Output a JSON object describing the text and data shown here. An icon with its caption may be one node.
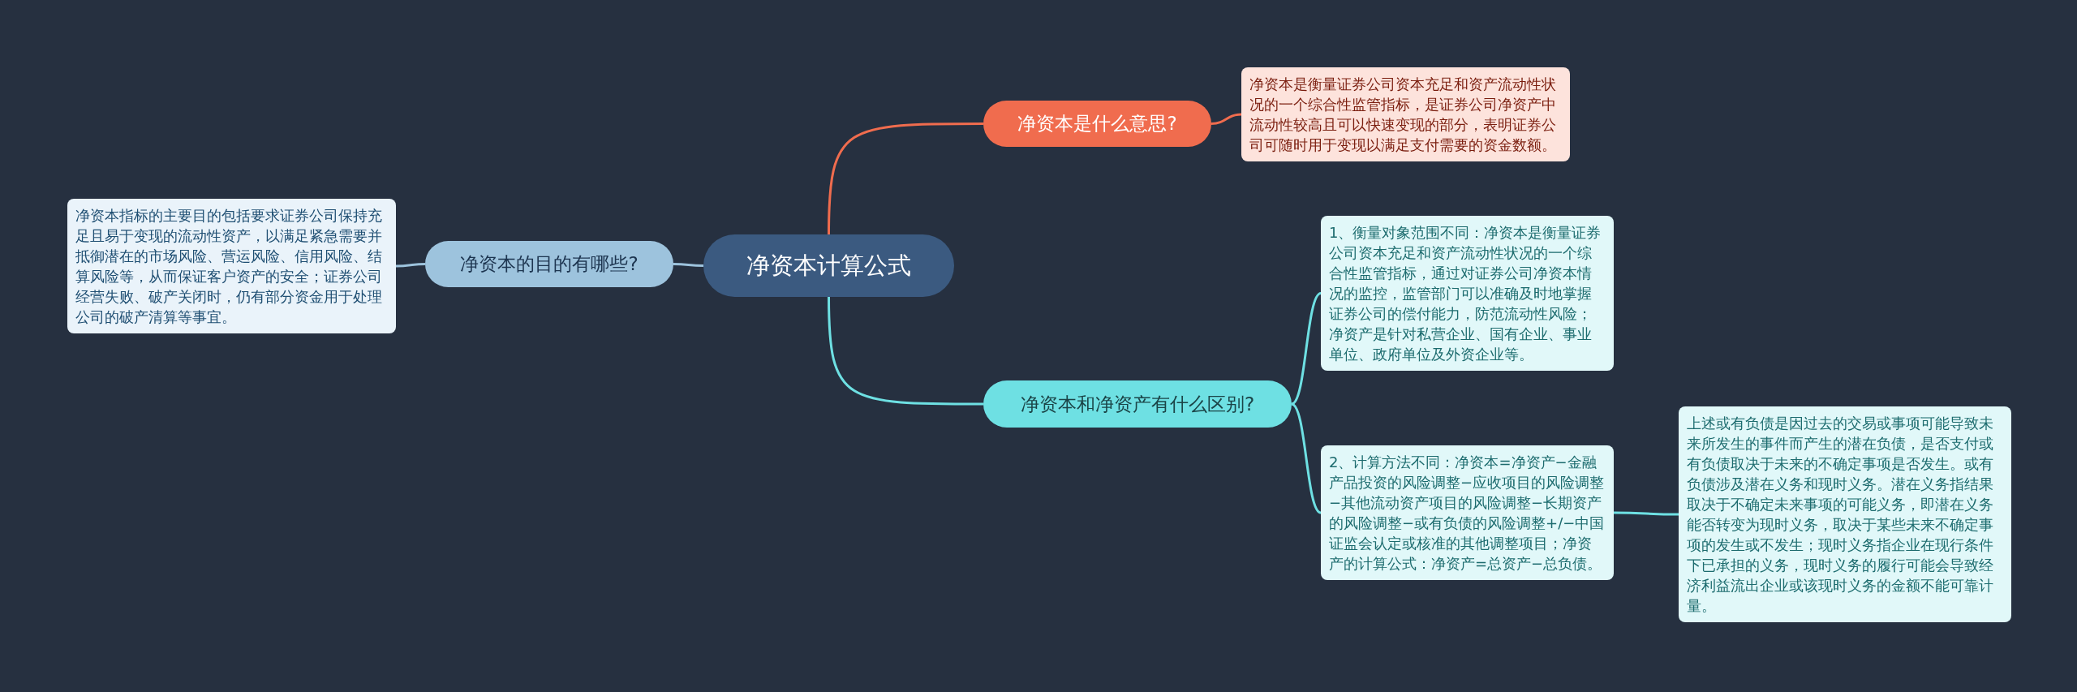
{
  "diagram": {
    "nodes": [
      {
        "text": [
          "净资本计算公式"
        ]
      },
      {
        "text": [
          "净资本是什么意思?"
        ]
      },
      {
        "text": [
          "净资本是衡量证券公司资本充足和资产流动性状况的一个综合性监管指标，是证券公司净资产中流动性较高且可以快速变现的部分，表明证券公司可随时用于变现以满足支付需要的资金数额。"
        ]
      },
      {
        "text": [
          "净资本的目的有哪些?"
        ]
      },
      {
        "text": [
          "净资本指标的主要目的包括要求证券公司保持充足且易于变现的流动性资产，以满足紧急需要并抵御潜在的市场风险、营运风险、信用风险、结算风险等，从而保证客户资产的安全；证券公司经营失败、破产关闭时，仍有部分资金用于处理公司的破产清算等事宜。"
        ]
      },
      {
        "text": [
          "净资本和净资产有什么区别?"
        ]
      },
      {
        "text": [
          "1、衡量对象范围不同：净资本是衡量证券公司资本充足和资产流动性状况的一个综合性监管指标，通过对证券公司净资本情况的监控，监管部门可以准确及时地掌握证券公司的偿付能力，防范流动性风险；净资产是针对私营企业、国有企业、事业单位、政府单位及外资企业等。"
        ]
      },
      {
        "text": [
          "2、计算方法不同：净资本=净资产−金融产品投资的风险调整−应收项目的风险调整−其他流动资产项目的风险调整−长期资产的风险调整−或有负债的风险调整+/−中国证监会认定或核准的其他调整项目；净资产的计算公式：净资产=总资产−总负债。"
        ]
      },
      {
        "text": [
          "上述或有负债是因过去的交易或事项可能导致未来所发生的事件而产生的潜在负债，是否支付或有负债取决于未来的不确定事项是否发生。或有负债涉及潜在义务和现时义务。潜在义务指结果取决于不确定未来事项的可能义务，即潜在义务能否转变为现时义务，取决于某些未来不确定事项的发生或不发生；现时义务指企业在现行条件下已承担的义务，现时义务的履行可能会导致经济利益流出企业或该现时义务的金额不能可靠计量。"
        ]
      }
    ],
    "edges": [
      {
        "from": 0,
        "to": 1,
        "arrow": "none",
        "color": "#f06c4e"
      },
      {
        "from": 1,
        "to": 2,
        "arrow": "none",
        "color": "#f06c4e"
      },
      {
        "from": 0,
        "to": 3,
        "arrow": "none",
        "color": "#9dc3dd"
      },
      {
        "from": 3,
        "to": 4,
        "arrow": "none",
        "color": "#9dc3dd"
      },
      {
        "from": 0,
        "to": 5,
        "arrow": "none"
      },
      {
        "from": 5,
        "to": 6,
        "arrow": "none"
      },
      {
        "from": 5,
        "to": 7,
        "arrow": "none"
      },
      {
        "from": 7,
        "to": 8,
        "arrow": "none"
      }
    ]
  }
}
